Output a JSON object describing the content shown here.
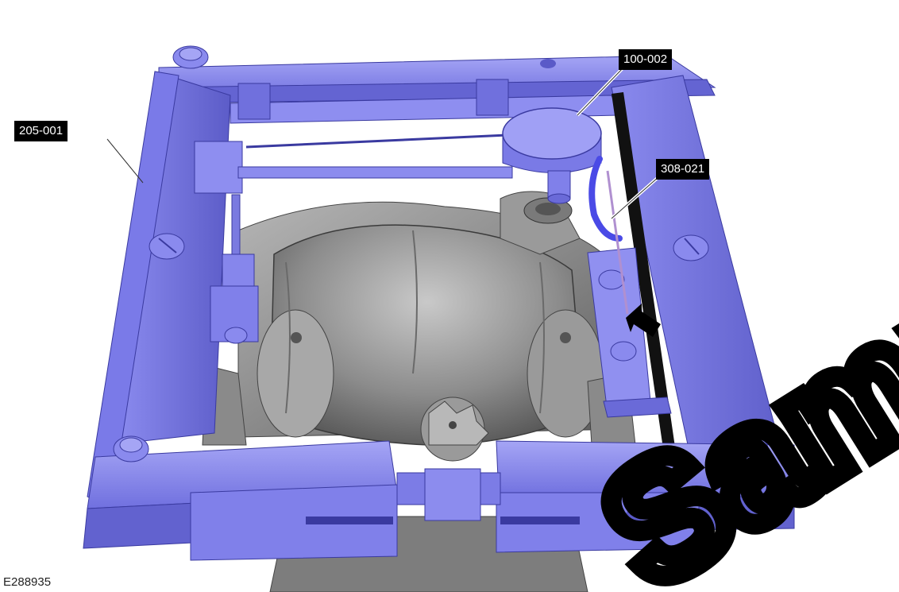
{
  "figure": {
    "figure_id": "E288935",
    "watermark": "Sample",
    "callouts": [
      {
        "id": "100-002",
        "target": "dial indicator"
      },
      {
        "id": "205-001",
        "target": "fixture frame"
      },
      {
        "id": "308-021",
        "target": "feeler gauge"
      }
    ],
    "colors": {
      "tool_blue": "#8080ea",
      "tool_blue_dark": "#5a5acc",
      "tool_blue_light": "#a9a9f5",
      "housing_gray": "#8e8e8e",
      "housing_dark": "#5e5e5e",
      "callout_bg": "#000000",
      "callout_text": "#ffffff",
      "watermark": "#000000"
    }
  }
}
